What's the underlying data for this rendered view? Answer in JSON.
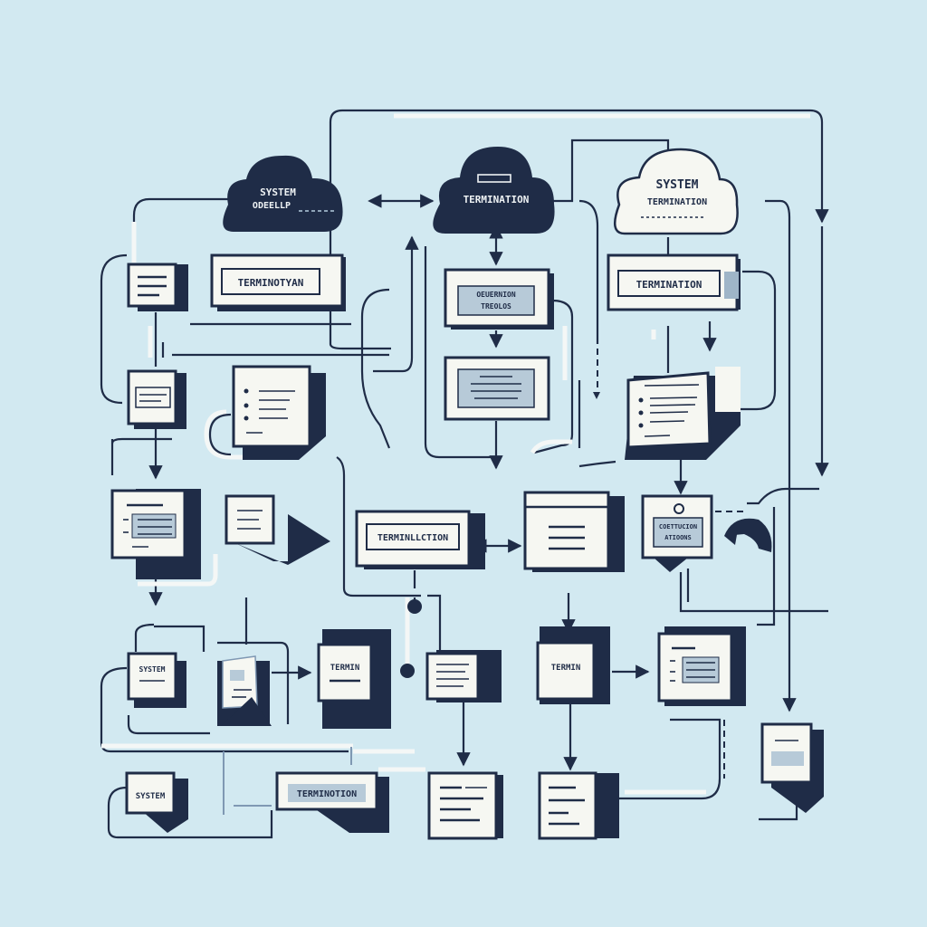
{
  "clouds": {
    "left": {
      "line1": "SYSTEM",
      "line2": "ODEELLP"
    },
    "center": {
      "label": "TERMINATION"
    },
    "right": {
      "line1": "SYSTEM",
      "line2": "TERMINATION"
    }
  },
  "boxes": {
    "termination_left": "TERMINOTYAN",
    "termination_right": "TERMINATION",
    "termination_mid": "TERMINLLCTION",
    "termination_bottom": "TERMINOTION",
    "center_top_line1": "OEUERNION",
    "center_top_line2": "TREOLOS",
    "right_mid_line1": "COETTUCION",
    "right_mid_line2": "ATIOONS",
    "small_bottom_left": "SYSTEM",
    "small_bottom_mid": "TERMIN",
    "small_bottom_center": "TERMIN",
    "small_bottom_corner": "SYSTEM"
  },
  "colors": {
    "background": "#d2e9f1",
    "navy": "#1f2c47",
    "paper": "#f6f7f2",
    "panel": "#b7cad8"
  }
}
